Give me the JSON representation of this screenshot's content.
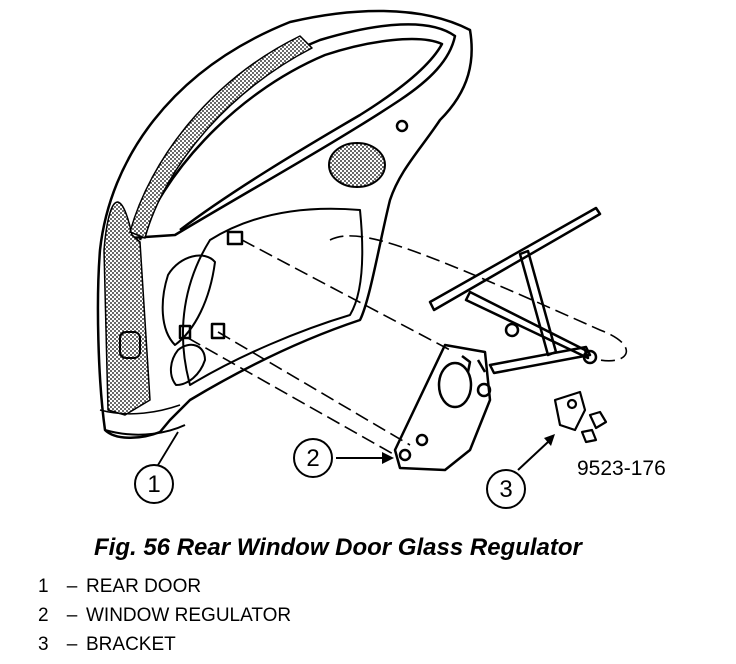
{
  "callouts": [
    {
      "num": "1"
    },
    {
      "num": "2"
    },
    {
      "num": "3"
    }
  ],
  "reference_code": "9523-176",
  "caption": "Fig. 56 Rear Window Door Glass Regulator",
  "legend": [
    {
      "num": "1",
      "dash": "–",
      "label": "REAR DOOR"
    },
    {
      "num": "2",
      "dash": "–",
      "label": "WINDOW REGULATOR"
    },
    {
      "num": "3",
      "dash": "–",
      "label": "BRACKET"
    }
  ]
}
